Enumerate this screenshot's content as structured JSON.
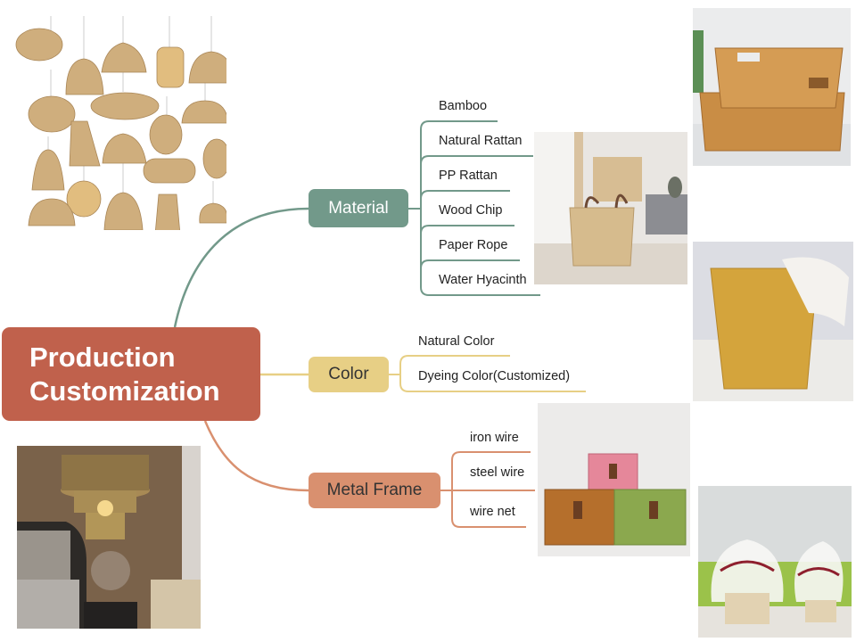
{
  "diagram": {
    "type": "mind-map",
    "root": {
      "line1": "Production",
      "line2": "Customization",
      "color": "#c0614c"
    },
    "branches": [
      {
        "label": "Material",
        "color": "#72998a",
        "children": [
          "Bamboo",
          "Natural Rattan",
          "PP Rattan",
          "Wood Chip",
          "Paper Rope",
          "Water Hyacinth"
        ]
      },
      {
        "label": "Color",
        "color": "#e7cf85",
        "children": [
          "Natural Color",
          "Dyeing Color(Customized)"
        ]
      },
      {
        "label": "Metal Frame",
        "color": "#d9906f",
        "children": [
          "iron wire",
          "steel wire",
          "wire net"
        ]
      }
    ]
  },
  "photos": [
    {
      "name": "bamboo-pendant-lamps-photo",
      "subject": "collection of woven bamboo pendant lamps"
    },
    {
      "name": "wood-chip-baskets-photo",
      "subject": "woven wood chip storage baskets with leather handles"
    },
    {
      "name": "pp-rattan-trays-photo",
      "subject": "stacked PP rattan storage trays"
    },
    {
      "name": "paper-rope-hamper-photo",
      "subject": "paper rope laundry hamper with white throw"
    },
    {
      "name": "picnic-baskets-photo",
      "subject": "pink, brown and green woven picnic baskets with metal frames"
    },
    {
      "name": "gift-baskets-photo",
      "subject": "small gift baskets wrapped in tulle with ribbons"
    },
    {
      "name": "tiered-pendant-lamp-photo",
      "subject": "tiered woven pendant lamp in bedroom"
    }
  ]
}
